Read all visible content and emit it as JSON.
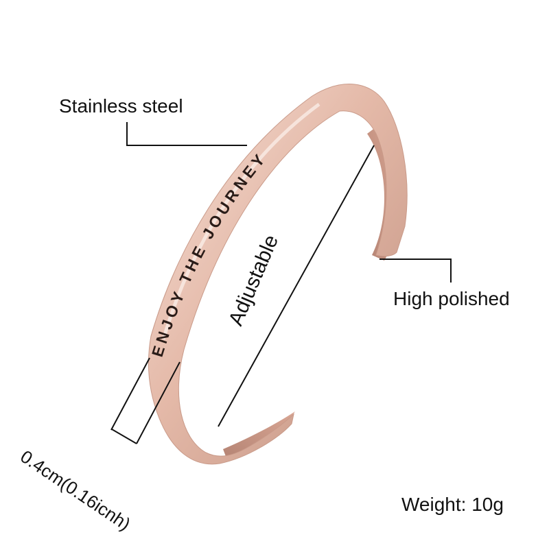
{
  "product_photo": {
    "engraving": "ENJOY THE JOURNEY",
    "colors": {
      "metal_highlight": "#f6dcd2",
      "metal_mid": "#e2b7a6",
      "metal_shadow": "#b9877a",
      "engraving": "#2a1c18",
      "callout_line": "#111111",
      "background": "#ffffff"
    }
  },
  "labels": {
    "material": "Stainless steel",
    "finish": "High polished",
    "adjustable": "Adjustable",
    "width": "0.4cm(0.16icnh)",
    "weight": "Weight: 10g"
  }
}
